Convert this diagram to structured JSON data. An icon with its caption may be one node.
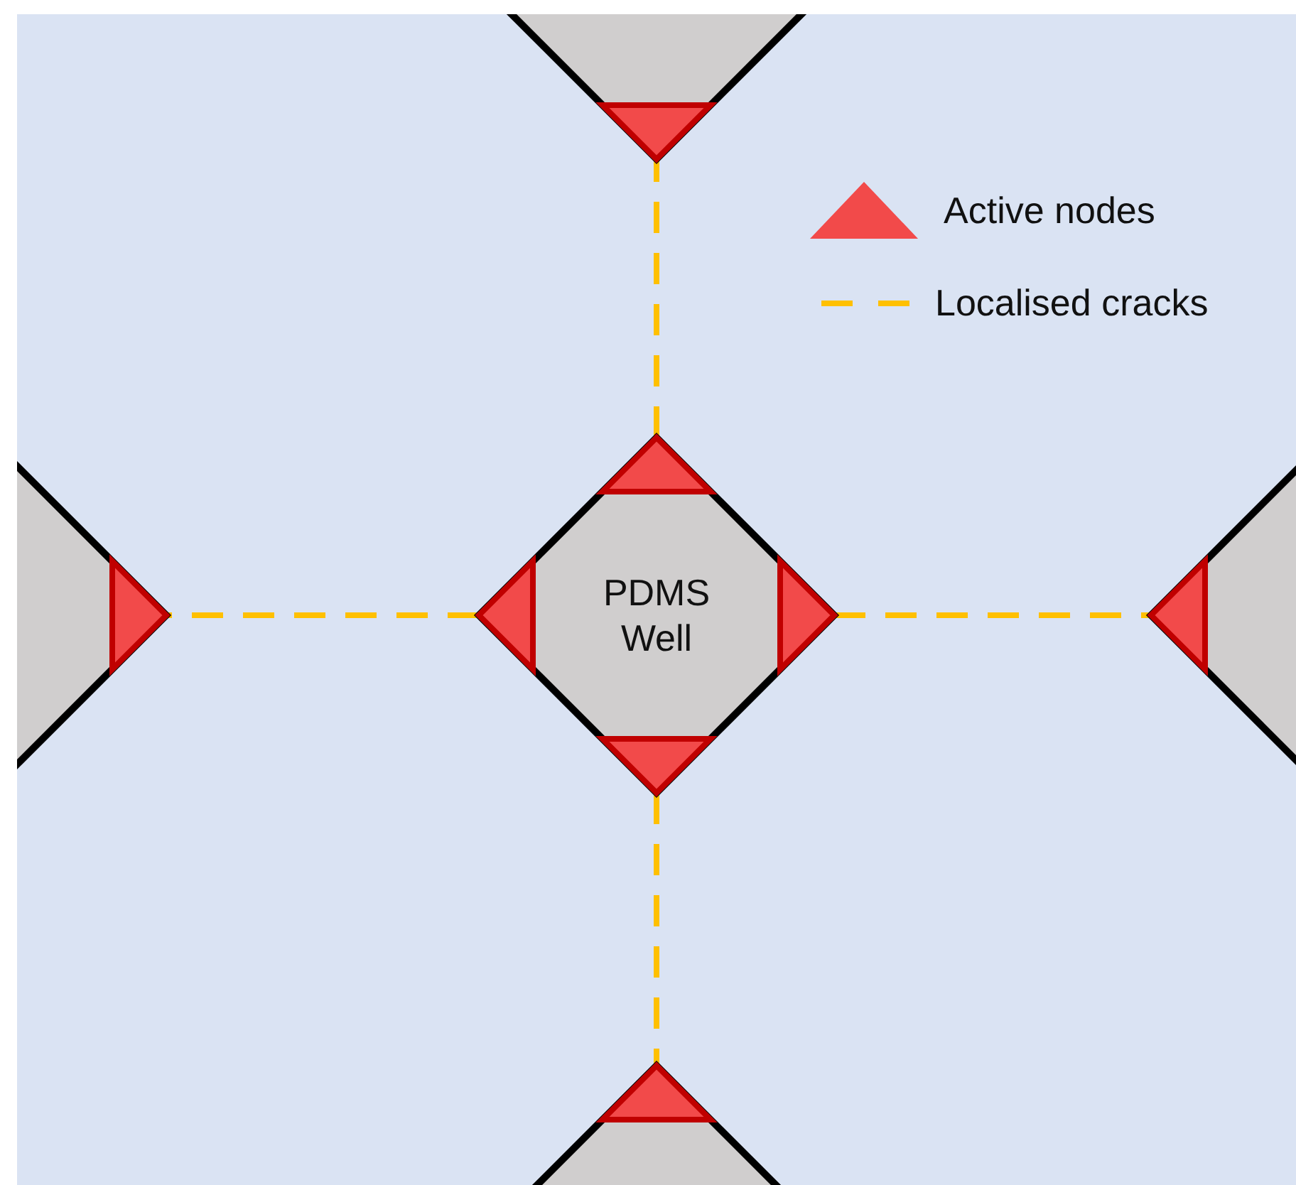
{
  "diagram": {
    "nodes": [
      {
        "text": [],
        "shape": "diamond"
      },
      {
        "text": [],
        "shape": "diamond"
      },
      {
        "text": [
          "PDMS Well"
        ]
      },
      {
        "text": [],
        "shape": "diamond"
      },
      {
        "text": [],
        "shape": "diamond"
      }
    ],
    "edges": [
      {
        "from": 2,
        "to": 0,
        "arrow": "none",
        "style": "dashed"
      },
      {
        "from": 2,
        "to": 1,
        "arrow": "none",
        "style": "dashed"
      },
      {
        "from": 2,
        "to": 3,
        "arrow": "none",
        "style": "dashed"
      },
      {
        "from": 2,
        "to": 4,
        "arrow": "none",
        "style": "dashed"
      }
    ],
    "legend": [
      {
        "text": "Active nodes"
      },
      {
        "text": "Localised cracks"
      }
    ]
  }
}
